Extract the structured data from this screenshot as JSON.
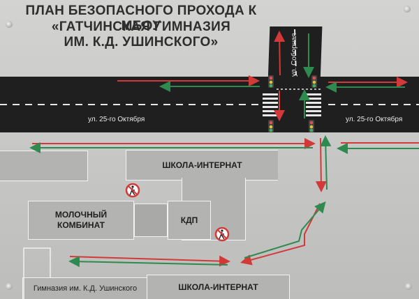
{
  "title": {
    "line1": "ПЛАН БЕЗОПАСНОГО ПРОХОДА К МБОУ",
    "line2": "«ГАТЧИНСКАЯ ГИМНАЗИЯ",
    "line3": "ИМ. К.Д. УШИНСКОГО»"
  },
  "streets": {
    "sobornaya": "ул. Соборная",
    "oktyabrya_left": "ул. 25-го Октября",
    "oktyabrya_right": "ул. 25-го Октября"
  },
  "buildings": {
    "internat_top": "ШКОЛА-ИНТЕРНАТ",
    "dairy_line1": "МОЛОЧНЫЙ",
    "dairy_line2": "КОМБИНАТ",
    "kdp": "КДП",
    "gymnasium": "Гимназия им. К.Д. Ушинского",
    "internat_bottom": "ШКОЛА-ИНТЕРНАТ"
  },
  "colors": {
    "arrow_red": "#d23a3a",
    "arrow_green": "#2e8a4e",
    "road": "#1f1f1f",
    "building": "#b3b3b1"
  },
  "icons": [
    "no-pedestrian-icon",
    "no-pedestrian-icon",
    "traffic-light-icon",
    "screw-icon"
  ]
}
